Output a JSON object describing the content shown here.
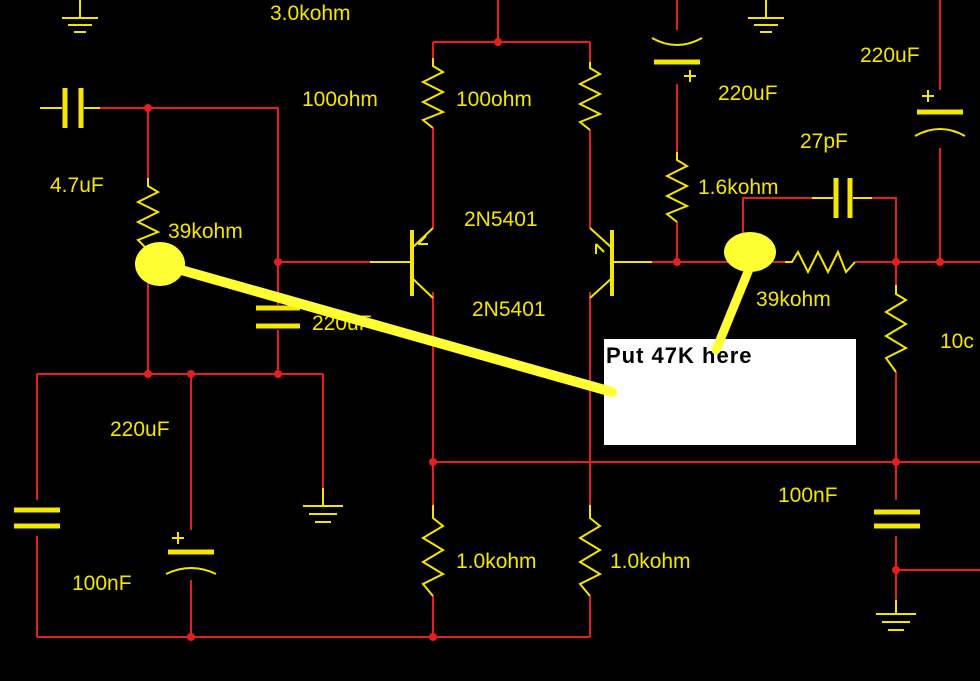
{
  "labels": {
    "r_top": "3.0kohm",
    "r_load_left": "100ohm",
    "r_load_right": "100ohm",
    "c_top_220": "220uF",
    "c_far_right_220": "220uF",
    "c_comp": "27pF",
    "r_1k6": "1.6kohm",
    "c_input": "4.7uF",
    "r_in_39k": "39kohm",
    "q1": "2N5401",
    "q2": "2N5401",
    "r_fb_39k": "39kohm",
    "c_mid_220": "220uF",
    "c_left_220": "220uF",
    "c_left_100n": "100nF",
    "c_right_100n": "100nF",
    "r_bottom_left": "1.0kohm",
    "r_bottom_right": "1.0kohm",
    "r_edge_partial": "10c"
  },
  "note": {
    "text": "Put 47K here"
  },
  "colors": {
    "wire": "#e51f1f",
    "component": "#f5e600",
    "background": "#000000",
    "annotation": "#ffff33",
    "note_bg": "#ffffff"
  }
}
